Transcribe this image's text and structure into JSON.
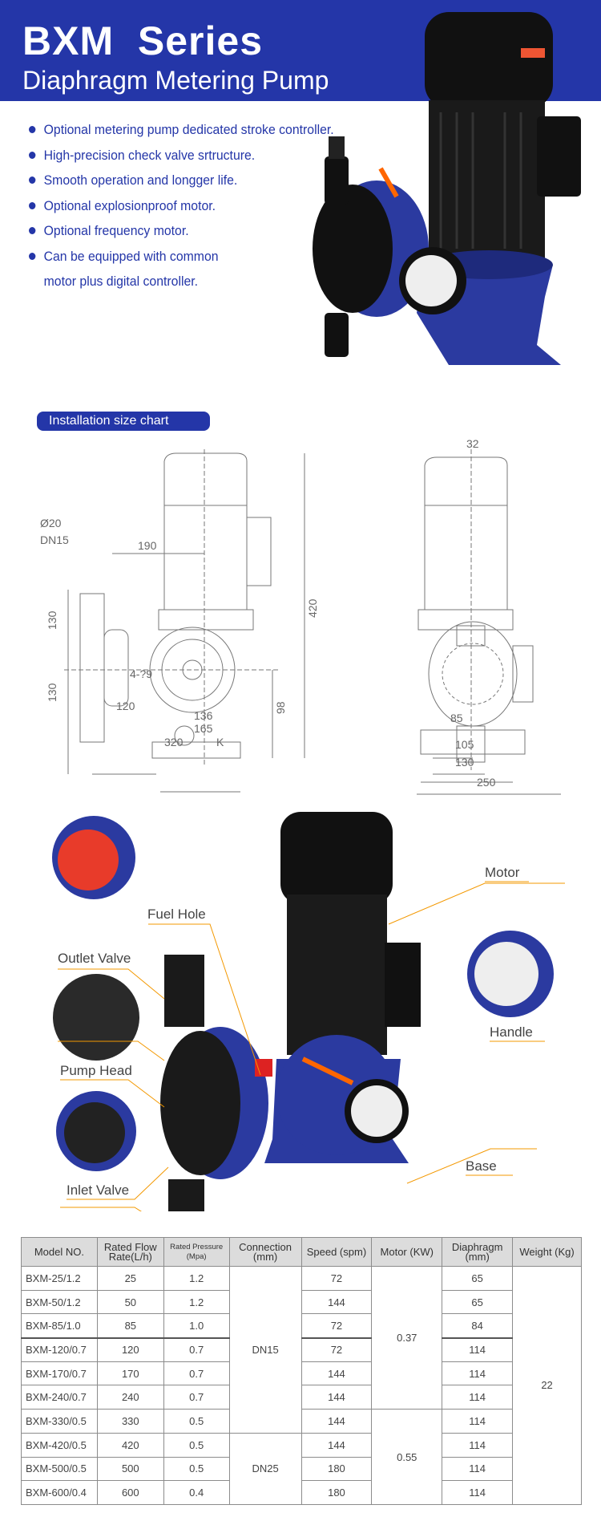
{
  "header": {
    "title": "BXM  Series",
    "subtitle": "Diaphragm Metering Pump"
  },
  "features": [
    "Optional metering pump dedicated stroke controller.",
    "High-precision check valve srtructure.",
    "Smooth operation and longger life.",
    "Optional explosionproof motor.",
    "Optional frequency motor.",
    "Can be equipped with common",
    "motor plus digital controller."
  ],
  "install_chart": {
    "label": "Installation size chart",
    "front_view": {
      "d20": "Ø20",
      "dn15": "DN15",
      "d190": "190",
      "d130a": "130",
      "d130b": "130",
      "d420": "420",
      "d98": "98",
      "holes": "4-?9",
      "d120": "120",
      "d136": "136",
      "d165": "165",
      "d320": "320",
      "k": "K"
    },
    "side_view": {
      "d32": "32",
      "d85": "85",
      "d105": "105",
      "d130": "130",
      "d250": "250"
    }
  },
  "callouts": {
    "motor": "Motor",
    "fuel_hole": "Fuel Hole",
    "outlet_valve": "Outlet Valve",
    "pump_head": "Pump Head",
    "handle": "Handle",
    "inlet_valve": "Inlet Valve",
    "base": "Base"
  },
  "colors": {
    "brand_blue": "#2436a8",
    "callout_orange": "#f39800"
  },
  "spec_table": {
    "headers": {
      "model": "Model NO.",
      "flow": "Rated Flow Rate(L/h)",
      "pressure": "Rated Pressure (Mpa)",
      "connection": "Connection (mm)",
      "speed": "Speed (spm)",
      "motor": "Motor (KW)",
      "diaphragm": "Diaphragm (mm)",
      "weight": "Weight (Kg)"
    },
    "rows": [
      {
        "model": "BXM-25/1.2",
        "flow": "25",
        "pressure": "1.2",
        "speed": "72",
        "diaphragm": "65"
      },
      {
        "model": "BXM-50/1.2",
        "flow": "50",
        "pressure": "1.2",
        "speed": "144",
        "diaphragm": "65"
      },
      {
        "model": "BXM-85/1.0",
        "flow": "85",
        "pressure": "1.0",
        "speed": "72",
        "diaphragm": "84"
      },
      {
        "model": "BXM-120/0.7",
        "flow": "120",
        "pressure": "0.7",
        "speed": "72",
        "diaphragm": "114"
      },
      {
        "model": "BXM-170/0.7",
        "flow": "170",
        "pressure": "0.7",
        "speed": "144",
        "diaphragm": "114"
      },
      {
        "model": "BXM-240/0.7",
        "flow": "240",
        "pressure": "0.7",
        "speed": "144",
        "diaphragm": "114"
      },
      {
        "model": "BXM-330/0.5",
        "flow": "330",
        "pressure": "0.5",
        "speed": "144",
        "diaphragm": "114"
      },
      {
        "model": "BXM-420/0.5",
        "flow": "420",
        "pressure": "0.5",
        "speed": "144",
        "diaphragm": "114"
      },
      {
        "model": "BXM-500/0.5",
        "flow": "500",
        "pressure": "0.5",
        "speed": "180",
        "diaphragm": "114"
      },
      {
        "model": "BXM-600/0.4",
        "flow": "600",
        "pressure": "0.4",
        "speed": "180",
        "diaphragm": "114"
      }
    ],
    "merged": {
      "connection_a": "DN15",
      "connection_b": "DN25",
      "motor_a": "0.37",
      "motor_b": "0.55",
      "weight": "22"
    }
  }
}
